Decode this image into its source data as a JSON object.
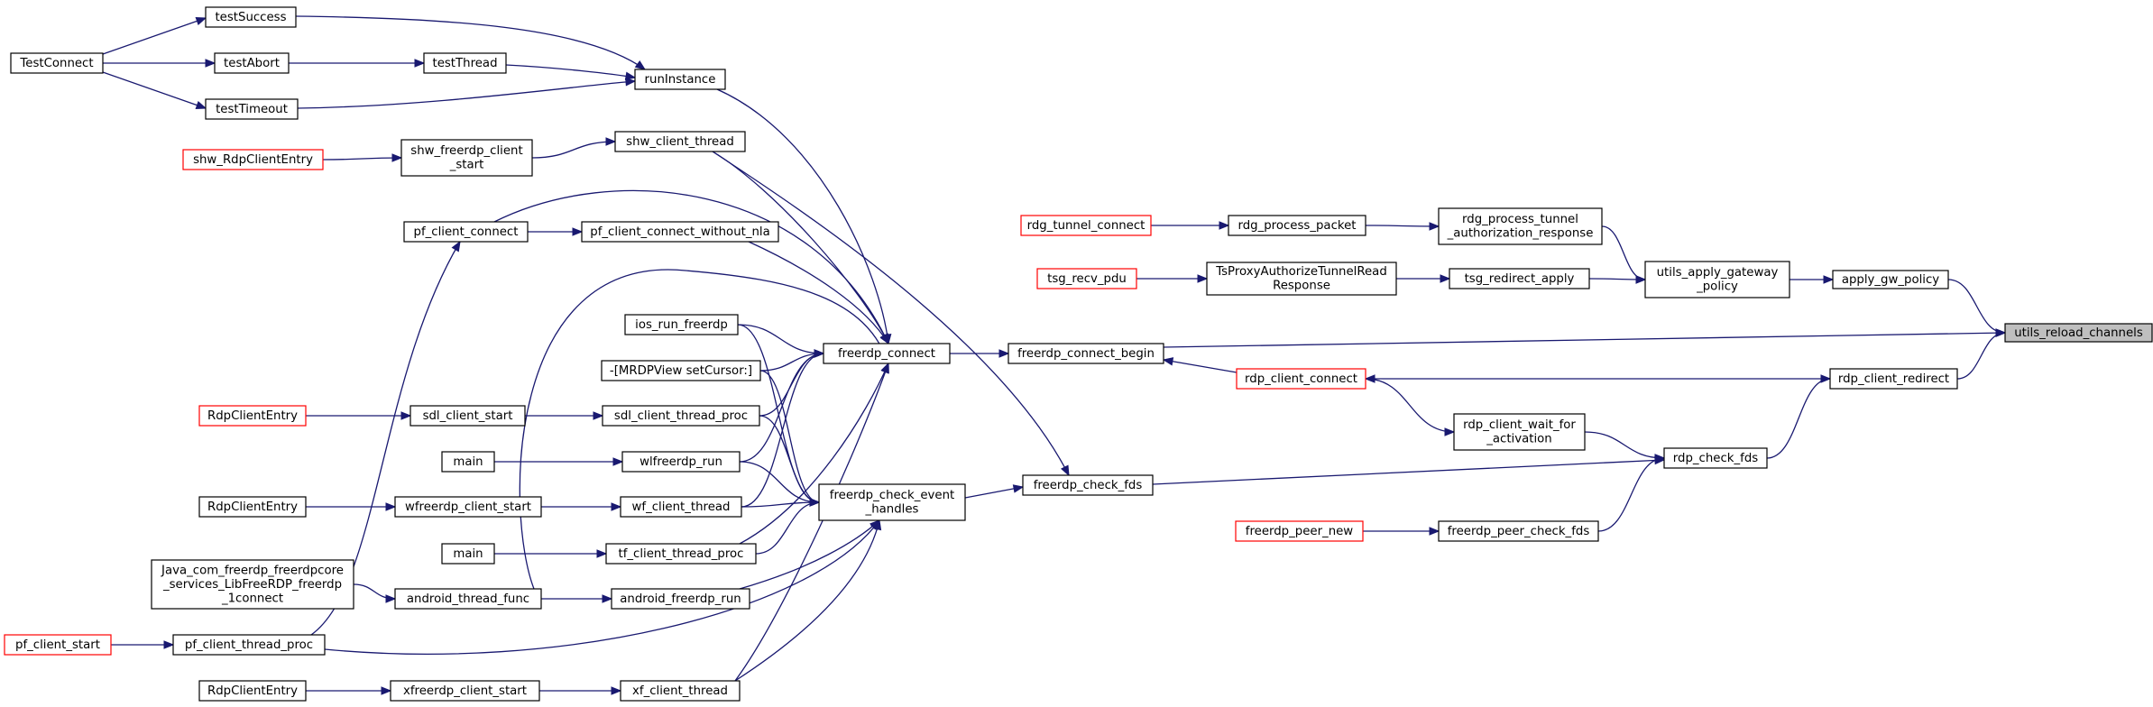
{
  "nodes": [
    {
      "id": "utils_reload_channels",
      "lines": [
        "utils_reload_channels"
      ],
      "kind": "root"
    },
    {
      "id": "apply_gw_policy",
      "lines": [
        "apply_gw_policy"
      ],
      "kind": "normal"
    },
    {
      "id": "utils_apply_gateway_policy",
      "lines": [
        "utils_apply_gateway",
        "_policy"
      ],
      "kind": "normal"
    },
    {
      "id": "rdg_process_tunnel_authorization_response",
      "lines": [
        "rdg_process_tunnel",
        "_authorization_response"
      ],
      "kind": "normal"
    },
    {
      "id": "rdg_process_packet",
      "lines": [
        "rdg_process_packet"
      ],
      "kind": "normal"
    },
    {
      "id": "rdg_tunnel_connect",
      "lines": [
        "rdg_tunnel_connect"
      ],
      "kind": "truncated"
    },
    {
      "id": "tsg_redirect_apply",
      "lines": [
        "tsg_redirect_apply"
      ],
      "kind": "normal"
    },
    {
      "id": "TsProxyAuthorizeTunnelReadResponse",
      "lines": [
        "TsProxyAuthorizeTunnelRead",
        "Response"
      ],
      "kind": "normal"
    },
    {
      "id": "tsg_recv_pdu",
      "lines": [
        "tsg_recv_pdu"
      ],
      "kind": "truncated"
    },
    {
      "id": "freerdp_connect_begin",
      "lines": [
        "freerdp_connect_begin"
      ],
      "kind": "normal"
    },
    {
      "id": "freerdp_connect",
      "lines": [
        "freerdp_connect"
      ],
      "kind": "normal"
    },
    {
      "id": "rdp_client_redirect",
      "lines": [
        "rdp_client_redirect"
      ],
      "kind": "normal"
    },
    {
      "id": "rdp_client_connect",
      "lines": [
        "rdp_client_connect"
      ],
      "kind": "truncated"
    },
    {
      "id": "rdp_check_fds",
      "lines": [
        "rdp_check_fds"
      ],
      "kind": "normal"
    },
    {
      "id": "rdp_client_wait_for_activation",
      "lines": [
        "rdp_client_wait_for",
        "_activation"
      ],
      "kind": "normal"
    },
    {
      "id": "freerdp_check_fds",
      "lines": [
        "freerdp_check_fds"
      ],
      "kind": "normal"
    },
    {
      "id": "freerdp_peer_check_fds",
      "lines": [
        "freerdp_peer_check_fds"
      ],
      "kind": "normal"
    },
    {
      "id": "freerdp_peer_new",
      "lines": [
        "freerdp_peer_new"
      ],
      "kind": "truncated"
    },
    {
      "id": "freerdp_check_event_handles",
      "lines": [
        "freerdp_check_event",
        "_handles"
      ],
      "kind": "normal"
    },
    {
      "id": "runInstance",
      "lines": [
        "runInstance"
      ],
      "kind": "normal"
    },
    {
      "id": "testSuccess",
      "lines": [
        "testSuccess"
      ],
      "kind": "normal"
    },
    {
      "id": "testAbort",
      "lines": [
        "testAbort"
      ],
      "kind": "normal"
    },
    {
      "id": "testThread",
      "lines": [
        "testThread"
      ],
      "kind": "normal"
    },
    {
      "id": "testTimeout",
      "lines": [
        "testTimeout"
      ],
      "kind": "normal"
    },
    {
      "id": "TestConnect",
      "lines": [
        "TestConnect"
      ],
      "kind": "normal"
    },
    {
      "id": "shw_client_thread",
      "lines": [
        "shw_client_thread"
      ],
      "kind": "normal"
    },
    {
      "id": "shw_freerdp_client_start",
      "lines": [
        "shw_freerdp_client",
        "_start"
      ],
      "kind": "normal"
    },
    {
      "id": "shw_RdpClientEntry",
      "lines": [
        "shw_RdpClientEntry"
      ],
      "kind": "truncated"
    },
    {
      "id": "pf_client_connect",
      "lines": [
        "pf_client_connect"
      ],
      "kind": "normal"
    },
    {
      "id": "pf_client_connect_without_nla",
      "lines": [
        "pf_client_connect_without_nla"
      ],
      "kind": "normal"
    },
    {
      "id": "ios_run_freerdp",
      "lines": [
        "ios_run_freerdp"
      ],
      "kind": "normal"
    },
    {
      "id": "MRDPView_setCursor",
      "lines": [
        "-[MRDPView setCursor:]"
      ],
      "kind": "normal"
    },
    {
      "id": "sdl_client_thread_proc",
      "lines": [
        "sdl_client_thread_proc"
      ],
      "kind": "normal"
    },
    {
      "id": "sdl_client_start",
      "lines": [
        "sdl_client_start"
      ],
      "kind": "normal"
    },
    {
      "id": "RdpClientEntry_sdl",
      "lines": [
        "RdpClientEntry"
      ],
      "kind": "truncated"
    },
    {
      "id": "wlfreerdp_run",
      "lines": [
        "wlfreerdp_run"
      ],
      "kind": "normal"
    },
    {
      "id": "main_wl",
      "lines": [
        "main"
      ],
      "kind": "normal"
    },
    {
      "id": "wf_client_thread",
      "lines": [
        "wf_client_thread"
      ],
      "kind": "normal"
    },
    {
      "id": "wfreerdp_client_start",
      "lines": [
        "wfreerdp_client_start"
      ],
      "kind": "normal"
    },
    {
      "id": "RdpClientEntry_wf",
      "lines": [
        "RdpClientEntry"
      ],
      "kind": "normal"
    },
    {
      "id": "tf_client_thread_proc",
      "lines": [
        "tf_client_thread_proc"
      ],
      "kind": "normal"
    },
    {
      "id": "main_tf",
      "lines": [
        "main"
      ],
      "kind": "normal"
    },
    {
      "id": "android_freerdp_run",
      "lines": [
        "android_freerdp_run"
      ],
      "kind": "normal"
    },
    {
      "id": "android_thread_func",
      "lines": [
        "android_thread_func"
      ],
      "kind": "normal"
    },
    {
      "id": "Java_com_freerdp",
      "lines": [
        "Java_com_freerdp_freerdpcore",
        "_services_LibFreeRDP_freerdp",
        "_1connect"
      ],
      "kind": "normal"
    },
    {
      "id": "pf_client_thread_proc",
      "lines": [
        "pf_client_thread_proc"
      ],
      "kind": "normal"
    },
    {
      "id": "pf_client_start",
      "lines": [
        "pf_client_start"
      ],
      "kind": "truncated"
    },
    {
      "id": "xf_client_thread",
      "lines": [
        "xf_client_thread"
      ],
      "kind": "normal"
    },
    {
      "id": "xfreerdp_client_start",
      "lines": [
        "xfreerdp_client_start"
      ],
      "kind": "normal"
    },
    {
      "id": "RdpClientEntry_xf",
      "lines": [
        "RdpClientEntry"
      ],
      "kind": "normal"
    }
  ],
  "edges": [
    {
      "from": "apply_gw_policy",
      "to": "utils_reload_channels"
    },
    {
      "from": "freerdp_connect_begin",
      "to": "utils_reload_channels"
    },
    {
      "from": "rdp_client_redirect",
      "to": "utils_reload_channels"
    },
    {
      "from": "utils_apply_gateway_policy",
      "to": "apply_gw_policy"
    },
    {
      "from": "rdg_process_tunnel_authorization_response",
      "to": "utils_apply_gateway_policy"
    },
    {
      "from": "tsg_redirect_apply",
      "to": "utils_apply_gateway_policy"
    },
    {
      "from": "rdg_process_packet",
      "to": "rdg_process_tunnel_authorization_response"
    },
    {
      "from": "rdg_tunnel_connect",
      "to": "rdg_process_packet"
    },
    {
      "from": "TsProxyAuthorizeTunnelReadResponse",
      "to": "tsg_redirect_apply"
    },
    {
      "from": "tsg_recv_pdu",
      "to": "TsProxyAuthorizeTunnelReadResponse"
    },
    {
      "from": "freerdp_connect",
      "to": "freerdp_connect_begin"
    },
    {
      "from": "rdp_check_fds",
      "to": "rdp_client_redirect"
    },
    {
      "from": "rdp_client_redirect",
      "to": "rdp_client_connect"
    },
    {
      "from": "rdp_client_connect",
      "to": "freerdp_connect_begin"
    },
    {
      "from": "rdp_client_wait_for_activation",
      "to": "rdp_check_fds"
    },
    {
      "from": "rdp_client_connect",
      "to": "rdp_client_wait_for_activation"
    },
    {
      "from": "freerdp_check_fds",
      "to": "rdp_check_fds"
    },
    {
      "from": "freerdp_peer_check_fds",
      "to": "rdp_check_fds"
    },
    {
      "from": "freerdp_peer_new",
      "to": "freerdp_peer_check_fds"
    },
    {
      "from": "freerdp_check_event_handles",
      "to": "freerdp_check_fds"
    },
    {
      "from": "shw_client_thread",
      "to": "freerdp_check_fds"
    },
    {
      "from": "runInstance",
      "to": "freerdp_connect"
    },
    {
      "from": "testSuccess",
      "to": "runInstance"
    },
    {
      "from": "testThread",
      "to": "runInstance"
    },
    {
      "from": "testTimeout",
      "to": "runInstance"
    },
    {
      "from": "testAbort",
      "to": "testThread"
    },
    {
      "from": "TestConnect",
      "to": "testSuccess"
    },
    {
      "from": "TestConnect",
      "to": "testAbort"
    },
    {
      "from": "TestConnect",
      "to": "testTimeout"
    },
    {
      "from": "shw_client_thread",
      "to": "freerdp_connect"
    },
    {
      "from": "shw_freerdp_client_start",
      "to": "shw_client_thread"
    },
    {
      "from": "shw_RdpClientEntry",
      "to": "shw_freerdp_client_start"
    },
    {
      "from": "pf_client_connect",
      "to": "freerdp_connect"
    },
    {
      "from": "pf_client_connect_without_nla",
      "to": "freerdp_connect"
    },
    {
      "from": "pf_client_connect",
      "to": "pf_client_connect_without_nla"
    },
    {
      "from": "pf_client_thread_proc",
      "to": "pf_client_connect"
    },
    {
      "from": "pf_client_start",
      "to": "pf_client_thread_proc"
    },
    {
      "from": "pf_client_thread_proc",
      "to": "freerdp_check_event_handles"
    },
    {
      "from": "ios_run_freerdp",
      "to": "freerdp_connect"
    },
    {
      "from": "ios_run_freerdp",
      "to": "freerdp_check_event_handles"
    },
    {
      "from": "MRDPView_setCursor",
      "to": "freerdp_connect"
    },
    {
      "from": "MRDPView_setCursor",
      "to": "freerdp_check_event_handles"
    },
    {
      "from": "sdl_client_thread_proc",
      "to": "freerdp_connect"
    },
    {
      "from": "sdl_client_thread_proc",
      "to": "freerdp_check_event_handles"
    },
    {
      "from": "sdl_client_start",
      "to": "sdl_client_thread_proc"
    },
    {
      "from": "RdpClientEntry_sdl",
      "to": "sdl_client_start"
    },
    {
      "from": "wlfreerdp_run",
      "to": "freerdp_connect"
    },
    {
      "from": "wlfreerdp_run",
      "to": "freerdp_check_event_handles"
    },
    {
      "from": "main_wl",
      "to": "wlfreerdp_run"
    },
    {
      "from": "wf_client_thread",
      "to": "freerdp_connect"
    },
    {
      "from": "wf_client_thread",
      "to": "freerdp_check_event_handles"
    },
    {
      "from": "wfreerdp_client_start",
      "to": "wf_client_thread"
    },
    {
      "from": "RdpClientEntry_wf",
      "to": "wfreerdp_client_start"
    },
    {
      "from": "tf_client_thread_proc",
      "to": "freerdp_connect"
    },
    {
      "from": "tf_client_thread_proc",
      "to": "freerdp_check_event_handles"
    },
    {
      "from": "main_tf",
      "to": "tf_client_thread_proc"
    },
    {
      "from": "android_thread_func",
      "to": "freerdp_connect"
    },
    {
      "from": "android_freerdp_run",
      "to": "freerdp_check_event_handles"
    },
    {
      "from": "android_thread_func",
      "to": "android_freerdp_run"
    },
    {
      "from": "Java_com_freerdp",
      "to": "android_thread_func"
    },
    {
      "from": "xf_client_thread",
      "to": "freerdp_connect"
    },
    {
      "from": "xf_client_thread",
      "to": "freerdp_check_event_handles"
    },
    {
      "from": "xfreerdp_client_start",
      "to": "xf_client_thread"
    },
    {
      "from": "RdpClientEntry_xf",
      "to": "xfreerdp_client_start"
    }
  ],
  "colors": {
    "edge": "#191970",
    "node_border": "#000000",
    "truncated_border": "#ff0000",
    "root_fill": "#bfbfbf",
    "node_fill": "#ffffff"
  }
}
